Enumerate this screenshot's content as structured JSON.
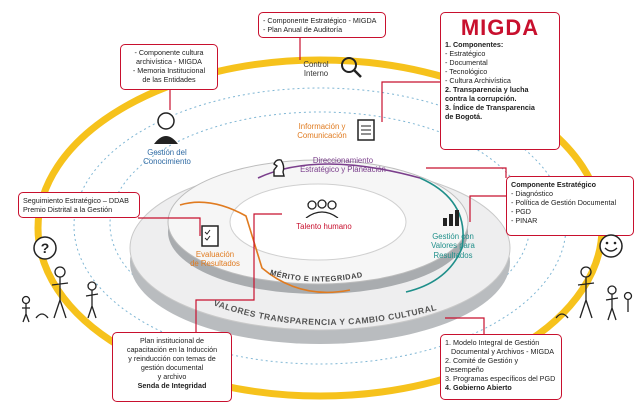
{
  "colors": {
    "red": "#c8102e",
    "orange": "#e07b20",
    "teal": "#1f8f8a",
    "purple": "#7b3f8c",
    "blue": "#2f6aa3",
    "gold": "#f6c21c",
    "grey": "#555555"
  },
  "boxes": {
    "top": [
      "- Componente Estratégico - MIGDA",
      "- Plan Anual de Auditoría"
    ],
    "left_top": [
      "- Componente cultura",
      "archivística - MIGDA",
      "- Memoria Institucional",
      "de las Entidades"
    ],
    "left_mid": [
      "Seguimiento Estratégico – DDAB",
      "Premio Distrital a la Gestión"
    ],
    "bottom_left": [
      "Plan institucional de",
      "capacitación en la Inducción",
      "y reinducción con temas de",
      "gestión documental",
      "y archivo",
      "Senda de Integridad"
    ],
    "migda": {
      "logo": "MIGDA",
      "items": [
        "1. Componentes:",
        "- Estratégico",
        "- Documental",
        "- Tecnológico",
        "- Cultura Archivística",
        "2. Transparencia y lucha",
        "contra la corrupción.",
        "3. Índice de Transparencia",
        "de Bogotá."
      ]
    },
    "right_mid": [
      "Componente Estratégico",
      "- Diagnóstico",
      "- Política de Gestión Documental",
      "- PGD",
      "- PINAR"
    ],
    "bottom_right": [
      "1. Modelo Integral de Gestión",
      "Documental y Archivos - MIGDA",
      "2. Comité de Gestión y Desempeño",
      "3. Programas específicos del PGD",
      "4. Gobierno Abierto"
    ]
  },
  "labels": {
    "control": [
      "Control",
      "Interno"
    ],
    "info": [
      "Información y",
      "Comunicación"
    ],
    "gestion": [
      "Gestión del",
      "Conocimiento"
    ],
    "direccionamiento": [
      "Direccionamiento",
      "Estratégico y Planeación"
    ],
    "evaluacion": [
      "Evaluación",
      "de Resultados"
    ],
    "talento": "Talento humano",
    "gestion_valores": [
      "Gestión con",
      "Valores para",
      "Resultados"
    ],
    "merito": "MÉRITO E INTEGRIDAD",
    "valores": "VALORES TRANSPARENCIA Y CAMBIO CULTURAL"
  },
  "icons": [
    "magnifier-icon",
    "document-icon",
    "person-head-icon",
    "chess-knight-icon",
    "checklist-icon",
    "people-group-icon",
    "bar-chart-icon",
    "question-bubble-icon",
    "smile-bubble-icon"
  ]
}
